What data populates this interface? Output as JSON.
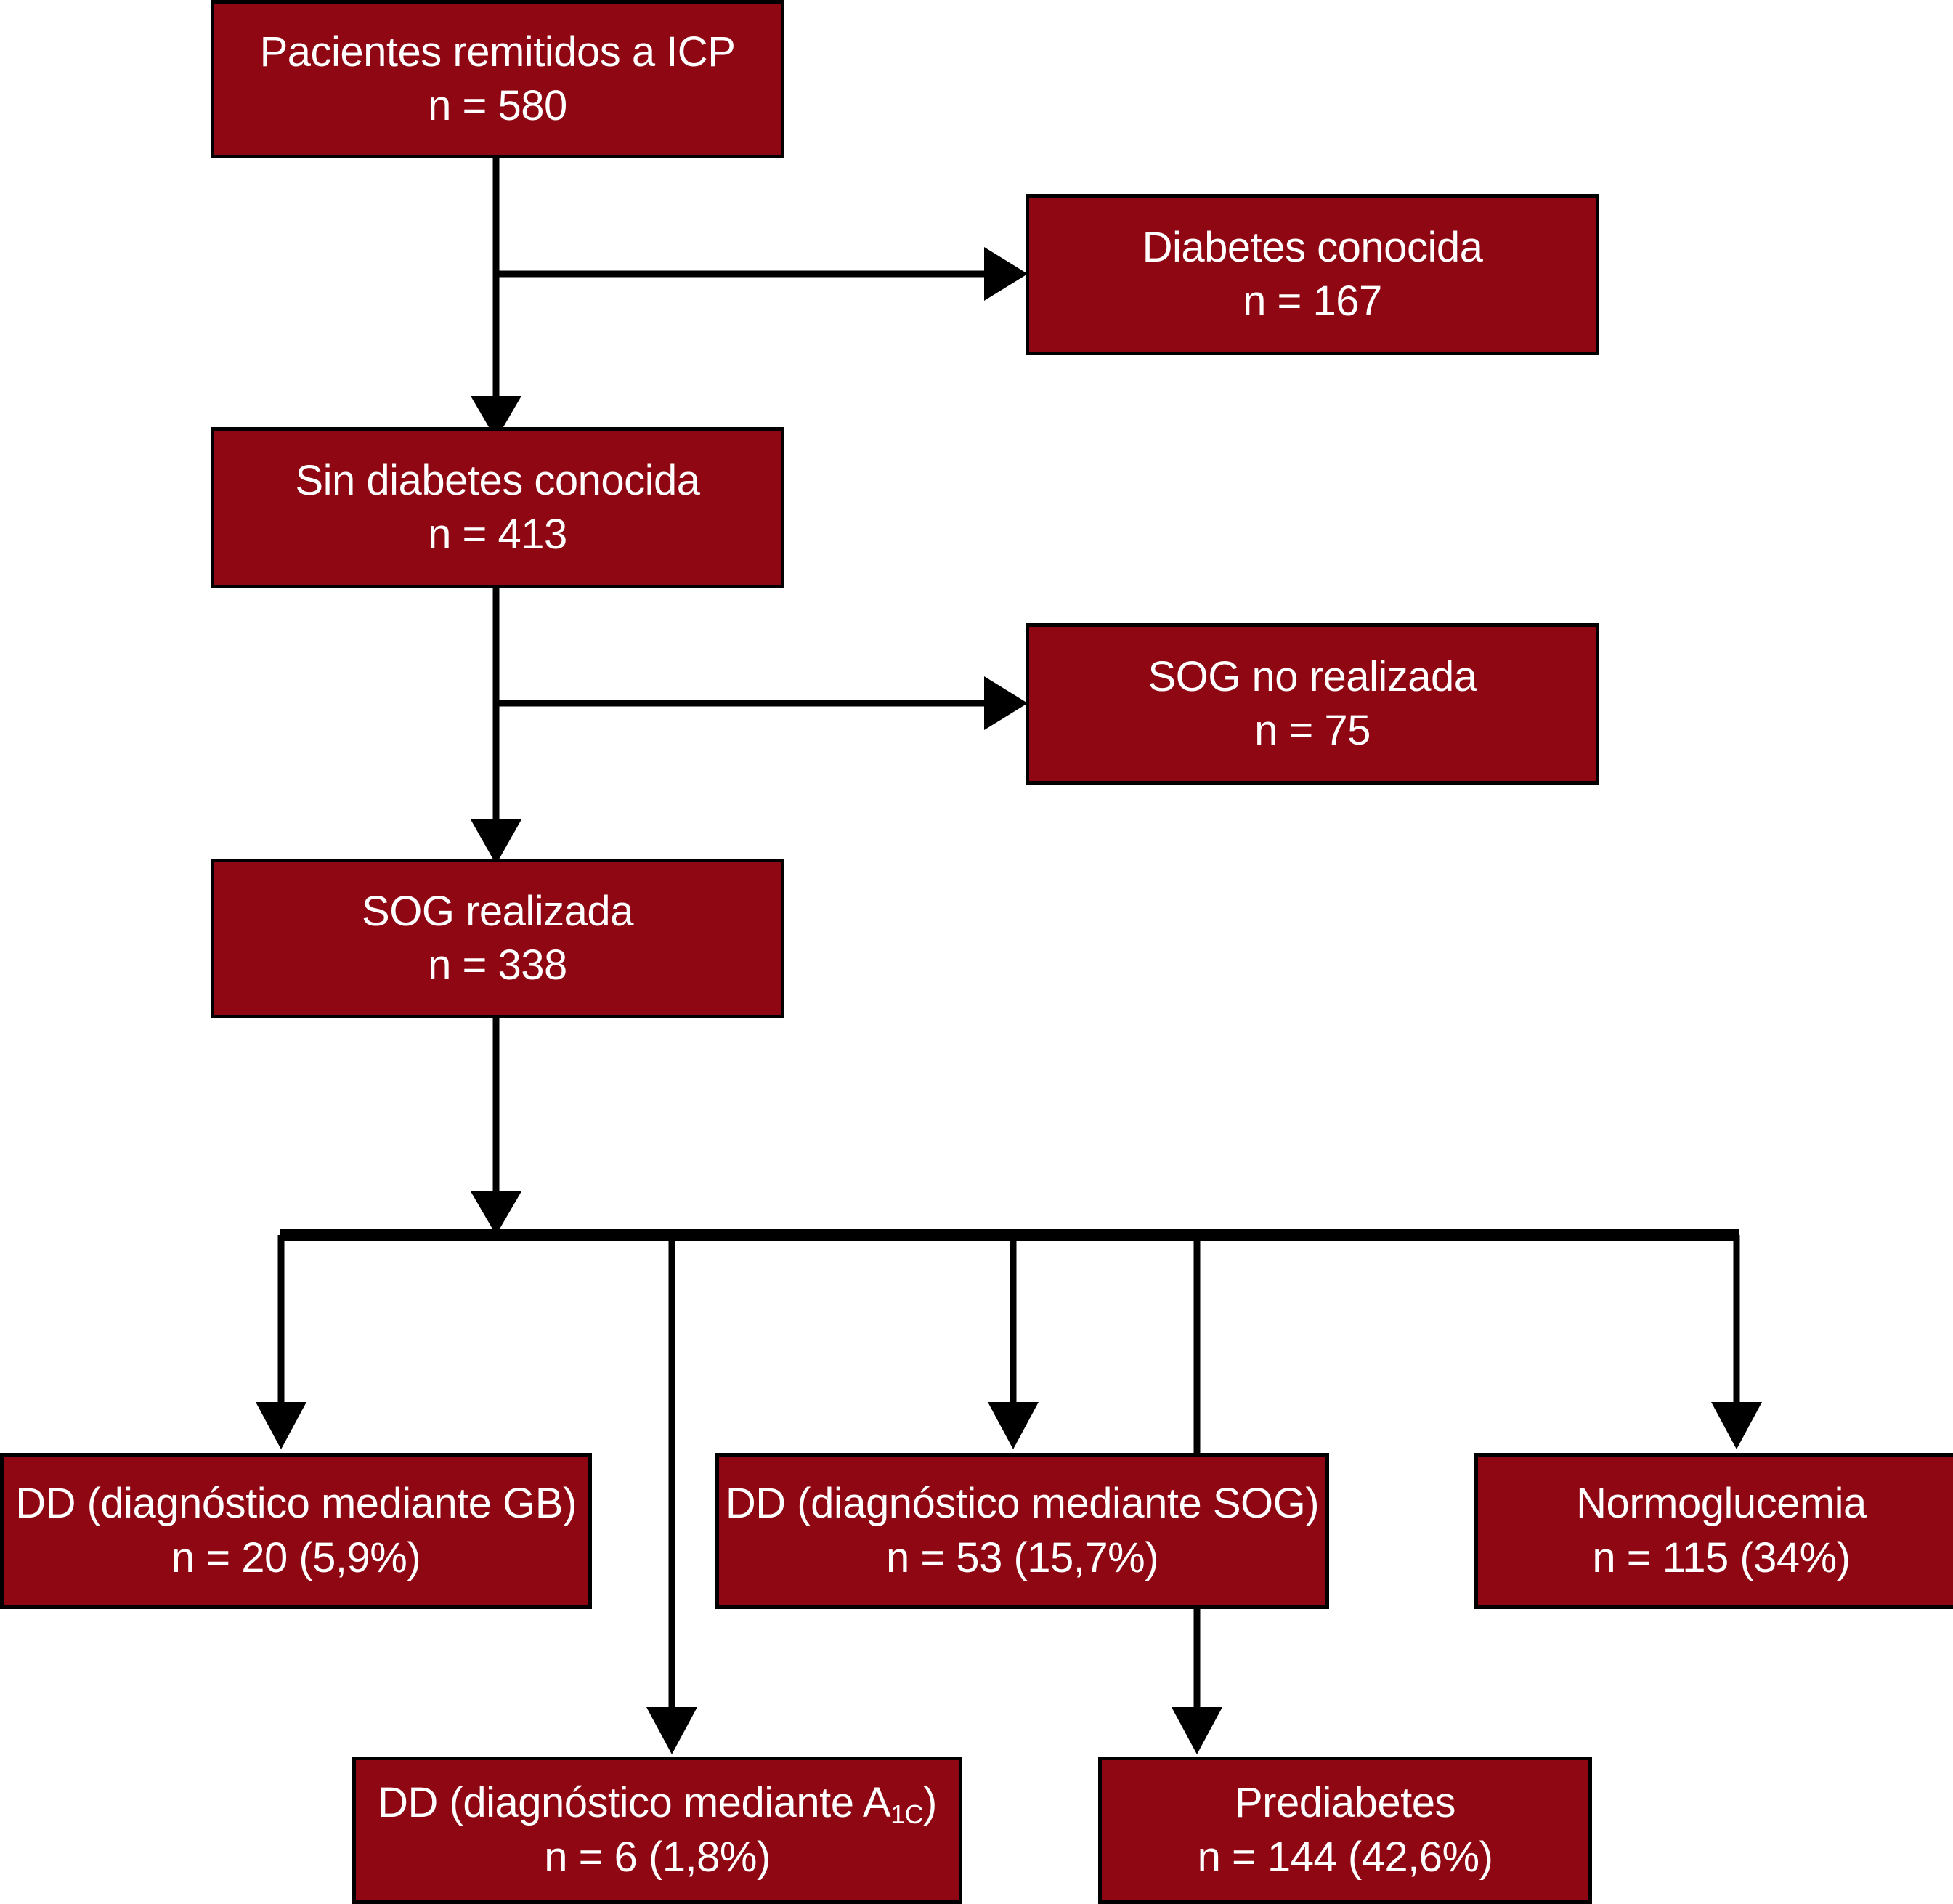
{
  "figure": {
    "type": "flowchart",
    "language": "es",
    "colors": {
      "box_fill": "#8E0712",
      "box_border": "#000000",
      "text": "#FFFFFF",
      "connector": "#000000",
      "background": "#FFFFFF"
    }
  },
  "nodes": {
    "referred": {
      "label": "Pacientes remitidos a ICP",
      "count": "n = 580"
    },
    "known_diabetes": {
      "label": "Diabetes conocida",
      "count": "n = 167"
    },
    "no_known_diabetes": {
      "label": "Sin diabetes conocida",
      "count": "n = 413"
    },
    "ogtt_not_done": {
      "label": "SOG no realizada",
      "count": "n = 75"
    },
    "ogtt_done": {
      "label": "SOG realizada",
      "count": "n = 338"
    },
    "dd_fpg": {
      "label": "DD (diagnóstico mediante GB)",
      "count": "n = 20 (5,9%)"
    },
    "dd_ogtt": {
      "label": "DD (diagnóstico mediante SOG)",
      "count": "n = 53 (15,7%)"
    },
    "normoglycemia": {
      "label": "Normoglucemia",
      "count": "n = 115 (34%)"
    },
    "dd_a1c": {
      "label_prefix": "DD (diagnóstico mediante A",
      "label_sub": "1C",
      "label_suffix": ")",
      "count": "n = 6 (1,8%)"
    },
    "prediabetes": {
      "label": "Prediabetes",
      "count": "n = 144 (42,6%)"
    }
  },
  "flow": {
    "edges": [
      {
        "from": "referred",
        "to": "known_diabetes",
        "direction": "right"
      },
      {
        "from": "referred",
        "to": "no_known_diabetes",
        "direction": "down"
      },
      {
        "from": "no_known_diabetes",
        "to": "ogtt_not_done",
        "direction": "right"
      },
      {
        "from": "no_known_diabetes",
        "to": "ogtt_done",
        "direction": "down"
      },
      {
        "from": "ogtt_done",
        "to": "dd_fpg",
        "direction": "down-branch"
      },
      {
        "from": "ogtt_done",
        "to": "dd_a1c",
        "direction": "down-branch"
      },
      {
        "from": "ogtt_done",
        "to": "dd_ogtt",
        "direction": "down-branch"
      },
      {
        "from": "ogtt_done",
        "to": "prediabetes",
        "direction": "down-branch"
      },
      {
        "from": "ogtt_done",
        "to": "normoglycemia",
        "direction": "down-branch"
      }
    ]
  }
}
